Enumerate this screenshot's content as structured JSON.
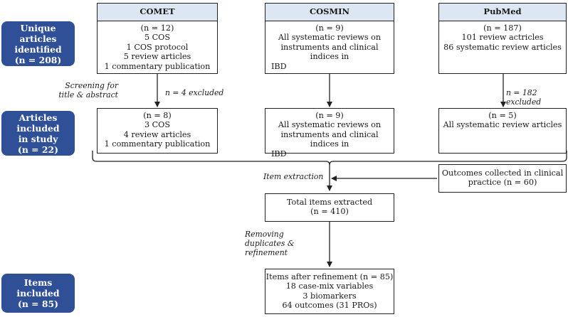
{
  "left_labels": {
    "unique": [
      "Unique articles",
      "identified",
      "(n = 208)"
    ],
    "included": [
      "Articles included",
      "in study",
      "(n = 22)"
    ],
    "items": [
      "Items included",
      "(n = 85)"
    ]
  },
  "sources": {
    "comet": {
      "title": "COMET",
      "lines": [
        "(n = 12)",
        "5 COS",
        "1 COS protocol",
        "5 review articles",
        "1 commentary publication"
      ]
    },
    "cosmin": {
      "title": "COSMIN",
      "lines": [
        "(n = 9)",
        "All systematic reviews on",
        "instruments and clinical indices in",
        "IBD"
      ]
    },
    "pubmed": {
      "title": "PubMed",
      "lines": [
        "(n = 187)",
        "101 review actricles",
        "86 systematic review articles"
      ]
    }
  },
  "included": {
    "comet": [
      "(n = 8)",
      "3 COS",
      "4 review articles",
      "1 commentary publication"
    ],
    "cosmin": [
      "(n = 9)",
      "All systematic reviews on",
      "instruments and clinical indices in",
      "IBD"
    ],
    "pubmed": [
      "(n = 5)",
      "All systematic review articles"
    ]
  },
  "annotations": {
    "screening": [
      "Screening for",
      "title & abstract"
    ],
    "comet_excluded": "n = 4 excluded",
    "pubmed_excluded": "n = 182 excluded",
    "item_extraction": "Item extraction",
    "removing": [
      "Removing",
      "duplicates &",
      "refinement"
    ]
  },
  "outcomes_box": [
    "Outcomes collected in clinical",
    "practice (n = 60)"
  ],
  "total_box": [
    "Total items extracted",
    "(n = 410)"
  ],
  "refined_box": [
    "Items after refinement (n = 85)",
    "18 case-mix variables",
    "3 biomarkers",
    "64 outcomes (31 PROs)"
  ]
}
